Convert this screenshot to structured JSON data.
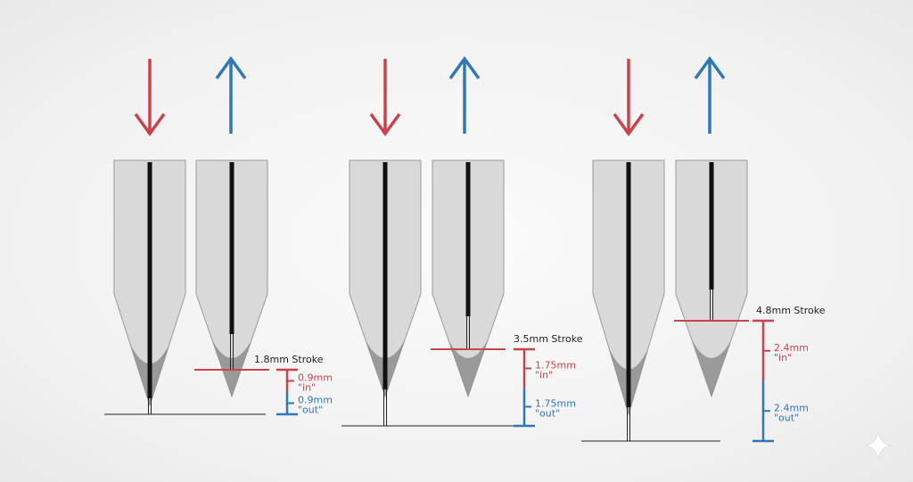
{
  "colors": {
    "in": "#c9444a",
    "out": "#2f78b7",
    "nib": "#d9d9d9",
    "shade": "#8e8e8e"
  },
  "groups": [
    {
      "stroke_label": "1.8mm Stroke",
      "in_value": "0.9mm",
      "in_label": "\"in\"",
      "out_value": "0.9mm",
      "out_label": "\"out\""
    },
    {
      "stroke_label": "3.5mm Stroke",
      "in_value": "1.75mm",
      "in_label": "\"in\"",
      "out_value": "1.75mm",
      "out_label": "\"out\""
    },
    {
      "stroke_label": "4.8mm Stroke",
      "in_value": "2.4mm",
      "in_label": "\"in\"",
      "out_value": "2.4mm",
      "out_label": "\"out\""
    }
  ]
}
